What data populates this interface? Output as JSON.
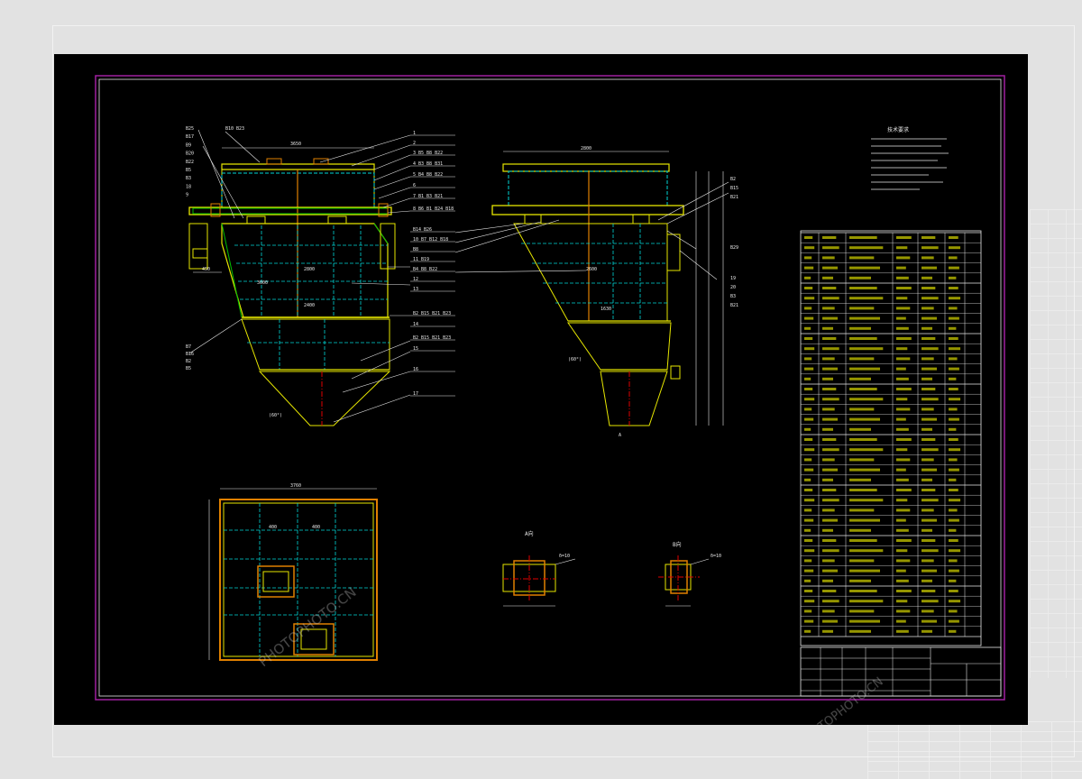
{
  "callouts_left": [
    "B25",
    "B17",
    "B9",
    "B20",
    "B22",
    "B5",
    "B3",
    "18",
    "9"
  ],
  "callouts_top": "B10 B23",
  "callouts_right": [
    "1",
    "2",
    "3  B5 B8 B22",
    "4  B3 B8 B31",
    "5  B4 B8 B22",
    "6",
    "7  B1 B3 B21",
    "8  B6 B1 B24 B18",
    "B14 B26",
    "10  B7 B12 B18",
    "B8",
    "11  B19",
    "B4 B8 B22",
    "12",
    "13",
    "B2 B15 B21 B23",
    "14",
    "B2 B15 B21 B23",
    "15",
    "16",
    "17"
  ],
  "callouts_left_bottom": [
    "B7",
    "B16",
    "B2",
    "B5"
  ],
  "callouts_side_right": [
    "B2",
    "B15",
    "B21",
    "B29",
    "19",
    "20",
    "B3",
    "B21"
  ],
  "view_labels": {
    "view_a": "A向",
    "view_b": "B向"
  },
  "notes_title": "技术要求",
  "watermark": "PHOTOPHOTO.CN",
  "colors": {
    "yellow": "#e6e600",
    "cyan": "#00d6d6",
    "green": "#00c000",
    "red": "#e00000",
    "white": "#e8e8e8",
    "magenta": "#a020a0",
    "orange": "#e08000"
  }
}
